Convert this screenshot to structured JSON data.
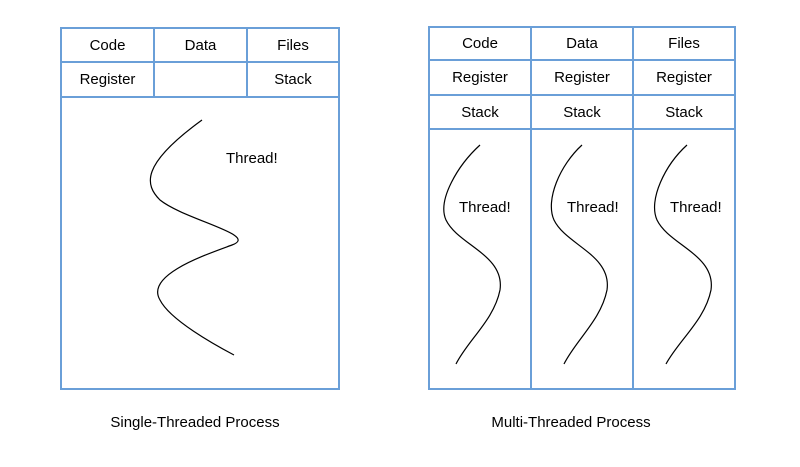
{
  "single": {
    "row1": [
      "Code",
      "Data",
      "Files"
    ],
    "row2": [
      "Register",
      "",
      "Stack"
    ],
    "thread_label": "Thread!",
    "caption": "Single-Threaded Process"
  },
  "multi": {
    "row1": [
      "Code",
      "Data",
      "Files"
    ],
    "row2": [
      "Register",
      "Register",
      "Register"
    ],
    "row3": [
      "Stack",
      "Stack",
      "Stack"
    ],
    "thread_labels": [
      "Thread!",
      "Thread!",
      "Thread!"
    ],
    "caption": "Multi-Threaded Process"
  },
  "colors": {
    "border": "#6a9fd8",
    "curve": "#000000"
  }
}
